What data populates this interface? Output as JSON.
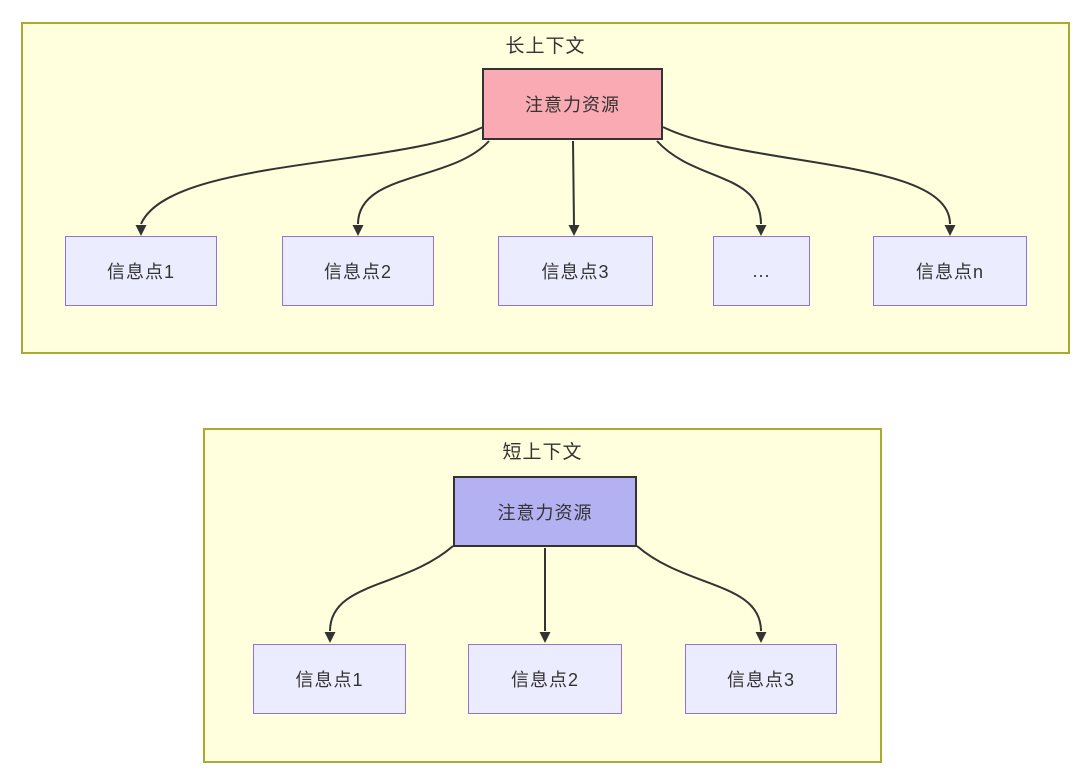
{
  "colors": {
    "container_fill": "#ffffde",
    "container_border": "#aaaa33",
    "node_fill": "#ececff",
    "node_border": "#9370db",
    "attention_long_fill": "#faaab2",
    "attention_short_fill": "#b4b1f2",
    "attention_border": "#333333",
    "edge_color": "#333333",
    "text_color": "#333333"
  },
  "long_context": {
    "title": "长上下文",
    "attention_label": "注意力资源",
    "nodes": [
      {
        "label": "信息点1"
      },
      {
        "label": "信息点2"
      },
      {
        "label": "信息点3"
      },
      {
        "label": "..."
      },
      {
        "label": "信息点n"
      }
    ]
  },
  "short_context": {
    "title": "短上下文",
    "attention_label": "注意力资源",
    "nodes": [
      {
        "label": "信息点1"
      },
      {
        "label": "信息点2"
      },
      {
        "label": "信息点3"
      }
    ]
  }
}
